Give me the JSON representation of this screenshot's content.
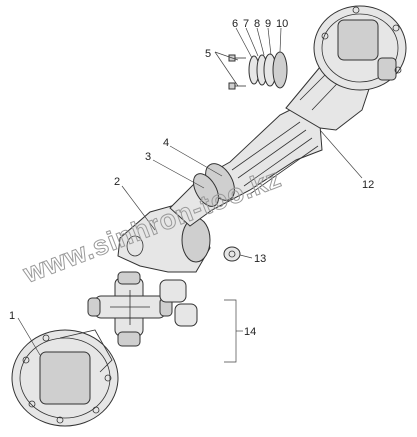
{
  "callouts": [
    {
      "id": "c1",
      "label": "1"
    },
    {
      "id": "c2",
      "label": "2"
    },
    {
      "id": "c3",
      "label": "3"
    },
    {
      "id": "c4",
      "label": "4"
    },
    {
      "id": "c5",
      "label": "5"
    },
    {
      "id": "c6",
      "label": "6"
    },
    {
      "id": "c7",
      "label": "7"
    },
    {
      "id": "c8",
      "label": "8"
    },
    {
      "id": "c9",
      "label": "9"
    },
    {
      "id": "c10",
      "label": "10"
    },
    {
      "id": "c12",
      "label": "12"
    },
    {
      "id": "c13",
      "label": "13"
    },
    {
      "id": "c14",
      "label": "14"
    }
  ],
  "watermark": {
    "text": "www.sinhron-too.kz"
  }
}
